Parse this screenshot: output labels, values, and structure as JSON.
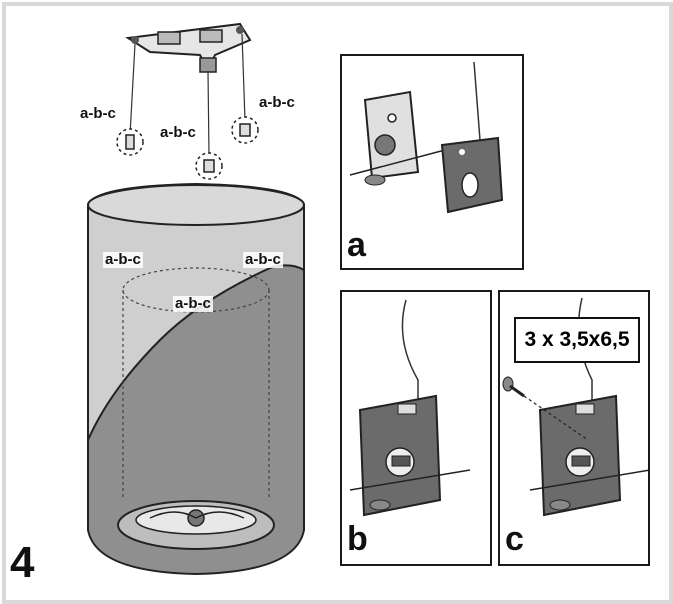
{
  "step_number": "4",
  "hook_labels": {
    "upper_left": "a-b-c",
    "upper_center": "a-b-c",
    "upper_right": "a-b-c",
    "cylinder_left": "a-b-c",
    "cylinder_right": "a-b-c",
    "cylinder_center": "a-b-c"
  },
  "panels": {
    "a": {
      "label": "a"
    },
    "b": {
      "label": "b"
    },
    "c": {
      "label": "c",
      "screw_spec": "3 x 3,5x6,5"
    }
  },
  "colors": {
    "border": "#d9d9d9",
    "hood_light": "#cfcfcf",
    "hood_dark": "#8f8f8f",
    "metal": "#6b6b6b"
  }
}
